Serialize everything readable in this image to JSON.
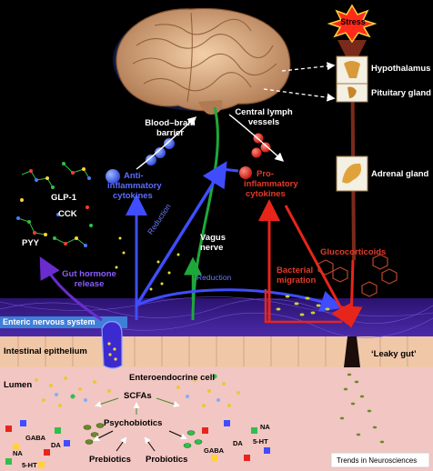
{
  "colors": {
    "background": "#000000",
    "lumen": "#f2c6c2",
    "epithelium": "#f0c8a8",
    "enteric_band": "#3a1d8a",
    "anti_inflammatory": "#3f4dff",
    "pro_inflammatory": "#e8251b",
    "vagus": "#1fa83a",
    "hpa_axis": "#7a2a1a",
    "stress_burst": "#ff2a1a"
  },
  "labels": {
    "stress": "Stress",
    "hypothalamus": "Hypothalamus",
    "pituitary": "Pituitary gland",
    "adrenal": "Adrenal gland",
    "glucocorticoids": "Glucocorticoids",
    "bbb_line1": "Blood–brain",
    "bbb_line2": "barrier",
    "lymph_line1": "Central lymph",
    "lymph_line2": "vessels",
    "anti_line1": "Anti-",
    "anti_line2": "inflammatory",
    "anti_line3": "cytokines",
    "pro_line1": "Pro-",
    "pro_line2": "inflammatory",
    "pro_line3": "cytokines",
    "vagus_line1": "Vagus",
    "vagus_line2": "nerve",
    "reduction_diag": "Reduction",
    "reduction_horiz": "Reduction",
    "bacterial_line1": "Bacterial",
    "bacterial_line2": "migration",
    "glp1": "GLP-1",
    "cck": "CCK",
    "pyy": "PYY",
    "gut_line1": "Gut hormone",
    "gut_line2": "release",
    "ens": "Enteric nervous system",
    "epithelium": "Intestinal epithelium",
    "leaky": "‘Leaky gut’",
    "lumen": "Lumen",
    "eec": "Enteroendocrine cell",
    "scfas": "SCFAs",
    "psychobiotics": "Psychobiotics",
    "prebiotics": "Prebiotics",
    "probiotics": "Probiotics",
    "gaba_l": "GABA",
    "na_l": "NA",
    "da_l": "DA",
    "ht_l": "5-HT",
    "gaba_r": "GABA",
    "na_r": "NA",
    "da_r": "DA",
    "ht_r": "5-HT",
    "credit": "Trends in Neurosciences"
  }
}
